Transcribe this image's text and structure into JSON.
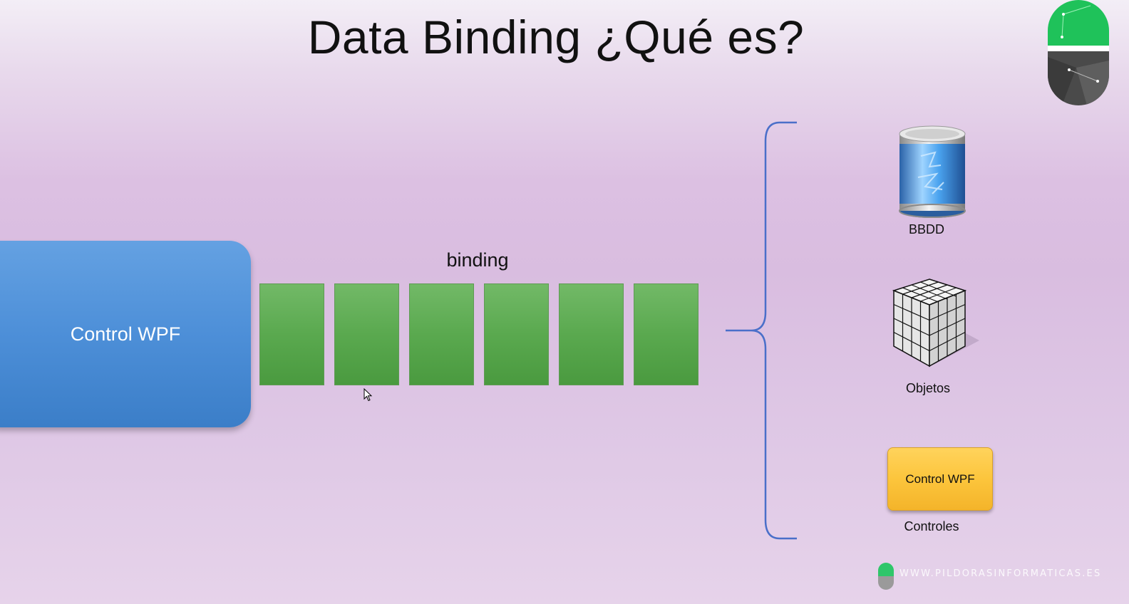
{
  "title": "Data Binding ¿Qué es?",
  "left_box": {
    "label": "Control WPF",
    "color": "#4d8fd8"
  },
  "binding": {
    "label": "binding",
    "segments": 6,
    "color": "#5aa94f"
  },
  "sources": [
    {
      "label": "BBDD",
      "icon": "database-icon"
    },
    {
      "label": "Objetos",
      "icon": "cube-icon"
    },
    {
      "label": "Controles",
      "icon": "control-box",
      "box_label": "Control WPF",
      "color": "#fcc53c"
    }
  ],
  "watermark": {
    "text": "WWW.PILDORASINFORMATICAS.ES"
  },
  "colors": {
    "brace": "#4a6fc9",
    "logo_green": "#22c55e",
    "logo_gray": "#555555"
  }
}
